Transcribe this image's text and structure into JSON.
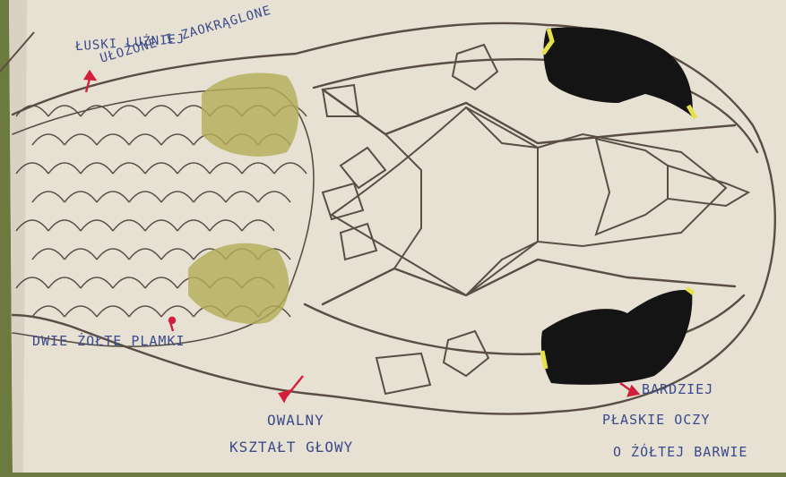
{
  "labels": {
    "scales_line1": "ŁUSKI LUŹNIEJ",
    "scales_line2": "UŁOŻONE I ZAOKRĄGLONE",
    "spots": "DWIE ŻÓŁTE PLAMKI",
    "head_line1": "OWALNY",
    "head_line2": "KSZTAŁT GŁOWY",
    "eyes_line1": "BARDZIEJ",
    "eyes_line2": "PŁASKIE OCZY",
    "eyes_line3": "O ŻÓŁTEJ BARWIE"
  },
  "colors": {
    "paper": "#e7e1d4",
    "pencil": "#5a4e44",
    "ink_blue": "#3b4a8c",
    "ink_red": "#d21f3c",
    "yellow_patch": "#b5ad5a",
    "eye_black": "#141414",
    "eye_yellow": "#e6e04a",
    "margin_green": "#6d7a3f"
  }
}
